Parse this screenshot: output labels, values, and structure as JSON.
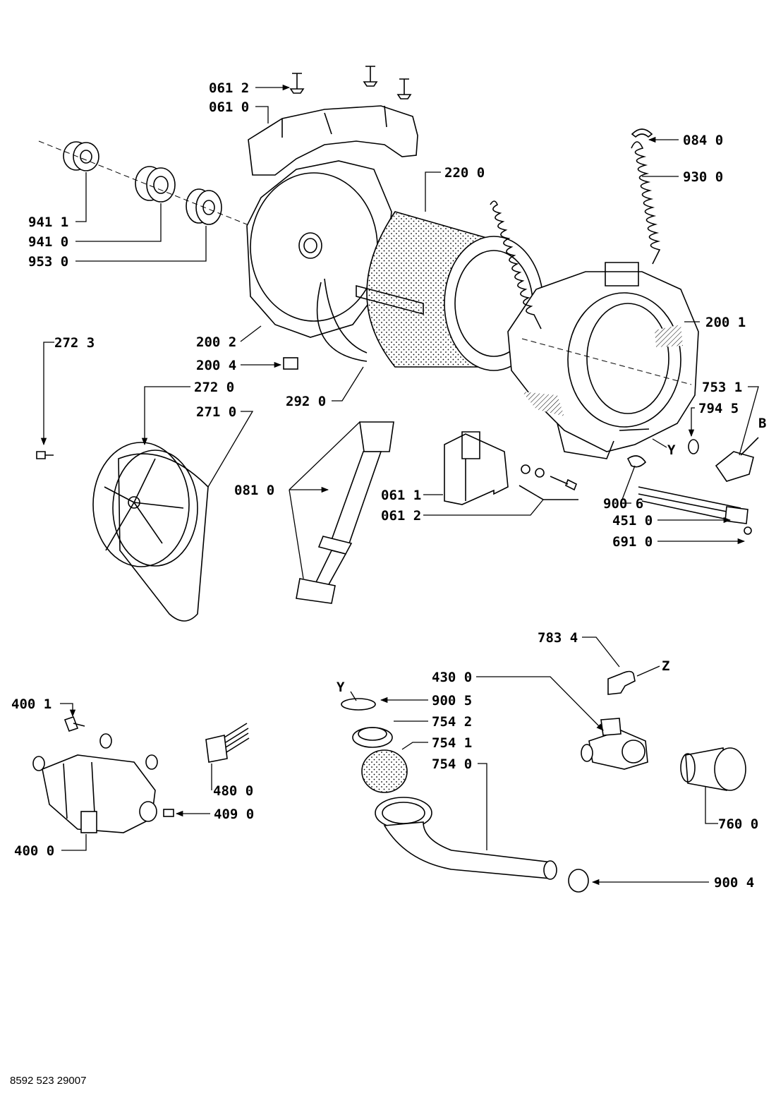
{
  "labels": {
    "l0612a": "061 2",
    "l0610": "061 0",
    "l0840": "084 0",
    "l9300": "930 0",
    "l2200": "220 0",
    "l9411": "941 1",
    "l9410": "941 0",
    "l9530": "953 0",
    "l2001": "200 1",
    "l2723": "272 3",
    "l2002": "200 2",
    "l2004": "200 4",
    "l2720": "272 0",
    "l2710": "271 0",
    "l2920": "292 0",
    "l7531": "753 1",
    "l7945": "794 5",
    "lB": "B",
    "lY1": "Y",
    "l0810": "081 0",
    "l0611": "061 1",
    "l0612b": "061 2",
    "l9006": "900 6",
    "l4510": "451 0",
    "l6910": "691 0",
    "l7834": "783 4",
    "lZ": "Z",
    "l4300": "430 0",
    "lY2": "Y",
    "l9005": "900 5",
    "l7542": "754 2",
    "l7541": "754 1",
    "l7540": "754 0",
    "l4001": "400 1",
    "l4800": "480 0",
    "l4090": "409 0",
    "l4000": "400 0",
    "l7600": "760 0",
    "l9004": "900 4"
  },
  "document_code": "8592 523 29007"
}
